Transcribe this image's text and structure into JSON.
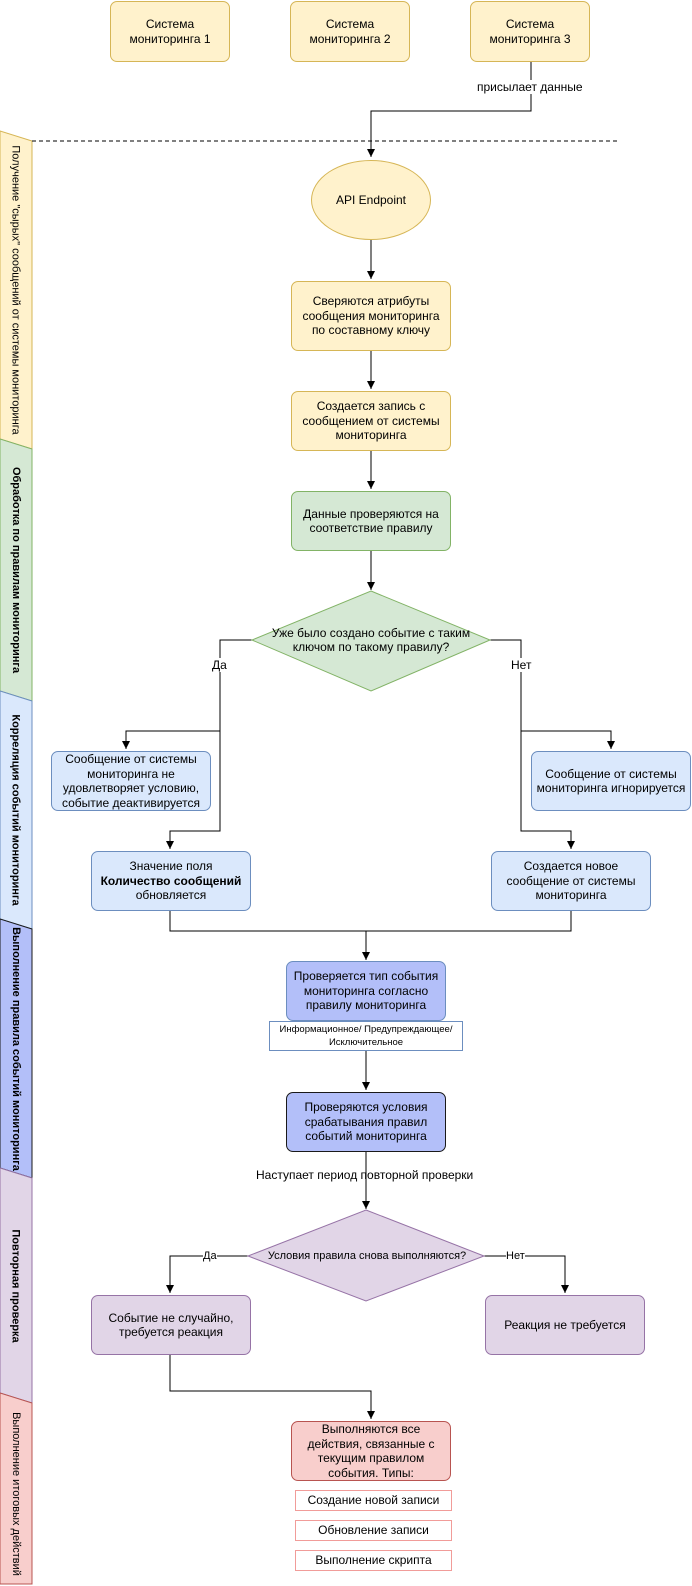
{
  "monitoring_systems": [
    "Система мониторинга 1",
    "Система мониторинга 2",
    "Система мониторинга 3"
  ],
  "edge_labels": {
    "sends_data": "присылает данные",
    "yes": "Да",
    "no": "Нет",
    "recheck_period": "Наступает период повторной проверки"
  },
  "nodes": {
    "api_endpoint": "API Endpoint",
    "check_attributes": "Сверяются атрибуты сообщения мониторинга по составному ключу",
    "create_record": "Создается запись с сообщением от системы мониторинга",
    "check_rule": "Данные проверяются на соответствие правилу",
    "decision_event_exists": "Уже было создано событие с таким ключом по такому правилу?",
    "deactivate_event": "Сообщение от системы мониторинга не удовлетворяет условию, событие деактивируется",
    "update_count_prefix": "Значение поля ",
    "update_count_bold": "Количество сообщений",
    "update_count_suffix": " обновляется",
    "message_ignored": "Сообщение от системы мониторинга игнорируется",
    "create_new_message": "Создается новое сообщение от системы мониторинга",
    "check_event_type": "Проверяется тип события мониторинга согласно правилу мониторинга",
    "event_types": "Информационное/ Предупреждающее/ Исключительное",
    "check_trigger_conditions": "Проверяются условия срабатывания правил событий мониторинга",
    "decision_conditions_again": "Условия правила снова выполняются?",
    "reaction_required": "Событие не случайно, требуется реакция",
    "no_reaction": "Реакция не требуется",
    "perform_actions": "Выполняются все действия, связанные с текущим правилом события. Типы:"
  },
  "action_types": [
    "Создание новой записи",
    "Обновление записи",
    "Выполнение скрипта"
  ],
  "lanes": [
    {
      "label": "Получение \"сырых\" сообщений от системы мониторинга",
      "color": "#fff2cc",
      "stroke": "#d6b656",
      "bold": false
    },
    {
      "label": "Обработка по правилам мониторинга",
      "color": "#d5e8d4",
      "stroke": "#82b366",
      "bold": true
    },
    {
      "label": "Корреляция событий мониторинга",
      "color": "#dae8fc",
      "stroke": "#6c8ebf",
      "bold": true
    },
    {
      "label": "Выполнение правила событий мониторинга",
      "color": "#b3bff9",
      "stroke": "#1a1a1a",
      "bold": true
    },
    {
      "label": "Повторная проверка",
      "color": "#e1d5e7",
      "stroke": "#9673a6",
      "bold": true
    },
    {
      "label": "Выполнение итоговых действий",
      "color": "#f8cecc",
      "stroke": "#b85450",
      "bold": false
    }
  ]
}
